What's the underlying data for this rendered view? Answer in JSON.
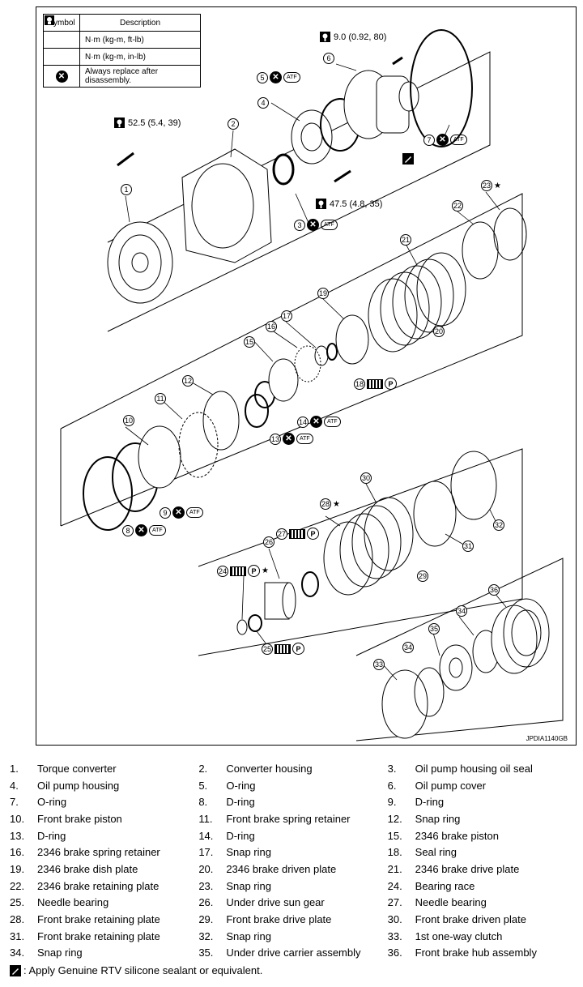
{
  "symbol_table": {
    "header_symbol": "Symbol",
    "header_description": "Description",
    "rows": [
      {
        "icon": "torque-wrench-ft-lb-icon",
        "description": "N·m (kg-m, ft-lb)"
      },
      {
        "icon": "torque-wrench-in-lb-icon",
        "description": "N·m (kg-m, in-lb)"
      },
      {
        "icon": "replace-x-icon",
        "description": "Always replace after disassembly."
      }
    ]
  },
  "torques": {
    "t1": "9.0 (0.92, 80)",
    "t2": "52.5 (5.4, 39)",
    "t3": "47.5 (4.8, 35)"
  },
  "callout_text": {
    "atf": "ATF",
    "star": "★",
    "p": "P"
  },
  "callout_numbers": {
    "c1": "1",
    "c2": "2",
    "c3": "3",
    "c4": "4",
    "c5": "5",
    "c6": "6",
    "c7": "7",
    "c8": "8",
    "c9": "9",
    "c10": "10",
    "c11": "11",
    "c12": "12",
    "c13": "13",
    "c14": "14",
    "c15": "15",
    "c16": "16",
    "c17": "17",
    "c18": "18",
    "c19": "19",
    "c20": "20",
    "c21": "21",
    "c22": "22",
    "c23": "23",
    "c24": "24",
    "c25": "25",
    "c26": "26",
    "c27": "27",
    "c28": "28",
    "c29": "29",
    "c30": "30",
    "c31": "31",
    "c32": "32",
    "c33": "33",
    "c34": "34",
    "c35": "35",
    "c36": "36"
  },
  "image_code": "JPDIA1140GB",
  "parts": [
    {
      "num": "1.",
      "name": "Torque converter"
    },
    {
      "num": "2.",
      "name": "Converter housing"
    },
    {
      "num": "3.",
      "name": "Oil pump housing oil seal"
    },
    {
      "num": "4.",
      "name": "Oil pump housing"
    },
    {
      "num": "5.",
      "name": "O-ring"
    },
    {
      "num": "6.",
      "name": "Oil pump cover"
    },
    {
      "num": "7.",
      "name": "O-ring"
    },
    {
      "num": "8.",
      "name": "D-ring"
    },
    {
      "num": "9.",
      "name": "D-ring"
    },
    {
      "num": "10.",
      "name": "Front brake piston"
    },
    {
      "num": "11.",
      "name": "Front brake spring retainer"
    },
    {
      "num": "12.",
      "name": "Snap ring"
    },
    {
      "num": "13.",
      "name": "D-ring"
    },
    {
      "num": "14.",
      "name": "D-ring"
    },
    {
      "num": "15.",
      "name": "2346 brake piston"
    },
    {
      "num": "16.",
      "name": "2346 brake spring retainer"
    },
    {
      "num": "17.",
      "name": "Snap ring"
    },
    {
      "num": "18.",
      "name": "Seal ring"
    },
    {
      "num": "19.",
      "name": "2346 brake dish plate"
    },
    {
      "num": "20.",
      "name": "2346 brake driven plate"
    },
    {
      "num": "21.",
      "name": "2346 brake drive plate"
    },
    {
      "num": "22.",
      "name": "2346 brake retaining plate"
    },
    {
      "num": "23.",
      "name": "Snap ring"
    },
    {
      "num": "24.",
      "name": "Bearing race"
    },
    {
      "num": "25.",
      "name": "Needle bearing"
    },
    {
      "num": "26.",
      "name": "Under drive sun gear"
    },
    {
      "num": "27.",
      "name": "Needle bearing"
    },
    {
      "num": "28.",
      "name": "Front brake retaining plate"
    },
    {
      "num": "29.",
      "name": "Front brake drive plate"
    },
    {
      "num": "30.",
      "name": "Front brake driven plate"
    },
    {
      "num": "31.",
      "name": "Front brake retaining plate"
    },
    {
      "num": "32.",
      "name": "Snap ring"
    },
    {
      "num": "33.",
      "name": "1st one-way clutch"
    },
    {
      "num": "34.",
      "name": "Snap ring"
    },
    {
      "num": "35.",
      "name": "Under drive carrier assembly"
    },
    {
      "num": "36.",
      "name": "Front brake hub assembly"
    }
  ],
  "footnote": ": Apply Genuine RTV silicone sealant or equivalent."
}
